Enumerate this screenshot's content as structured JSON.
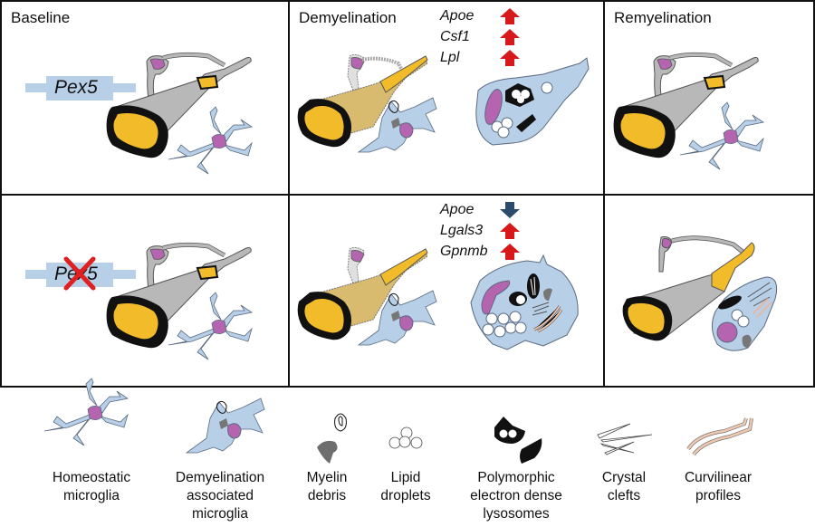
{
  "columns": {
    "baseline": "Baseline",
    "demyelination": "Demyelination",
    "remyelination": "Remyelination"
  },
  "rows": [
    {
      "gene_label": "Pex5",
      "gene_knockout": false,
      "demyelination_genes": [
        {
          "name": "Apoe",
          "direction": "up"
        },
        {
          "name": "Csf1",
          "direction": "up"
        },
        {
          "name": "Lpl",
          "direction": "up"
        }
      ]
    },
    {
      "gene_label": "Pex5",
      "gene_knockout": true,
      "demyelination_genes": [
        {
          "name": "Apoe",
          "direction": "down"
        },
        {
          "name": "Lgals3",
          "direction": "up"
        },
        {
          "name": "Gpnmb",
          "direction": "up"
        }
      ]
    }
  ],
  "legend": [
    {
      "icon": "homeostatic-microglia-icon",
      "label_lines": [
        "Homeostatic",
        "microglia"
      ]
    },
    {
      "icon": "demyelination-associated-microglia-icon",
      "label_lines": [
        "Demyelination",
        "associated",
        "microglia"
      ]
    },
    {
      "icon": "myelin-debris-icon",
      "label_lines": [
        "Myelin",
        "debris"
      ]
    },
    {
      "icon": "lipid-droplets-icon",
      "label_lines": [
        "Lipid",
        "droplets"
      ]
    },
    {
      "icon": "polymorphic-lysosomes-icon",
      "label_lines": [
        "Polymorphic",
        "electron dense",
        "lysosomes"
      ]
    },
    {
      "icon": "crystal-clefts-icon",
      "label_lines": [
        "Crystal",
        "clefts"
      ]
    },
    {
      "icon": "curvilinear-profiles-icon",
      "label_lines": [
        "Curvilinear",
        "profiles"
      ]
    }
  ],
  "colors": {
    "up_arrow": "#d7191c",
    "down_arrow": "#2c4a6b",
    "microglia_fill": "#b8cfe8",
    "nucleus": "#b565b0",
    "axon": "#f2bb2a",
    "myelin": "#111111",
    "oligodendrocyte": "#b8b8b8",
    "knockout_x": "#e02020",
    "curvilinear": "#f0c8b0"
  }
}
